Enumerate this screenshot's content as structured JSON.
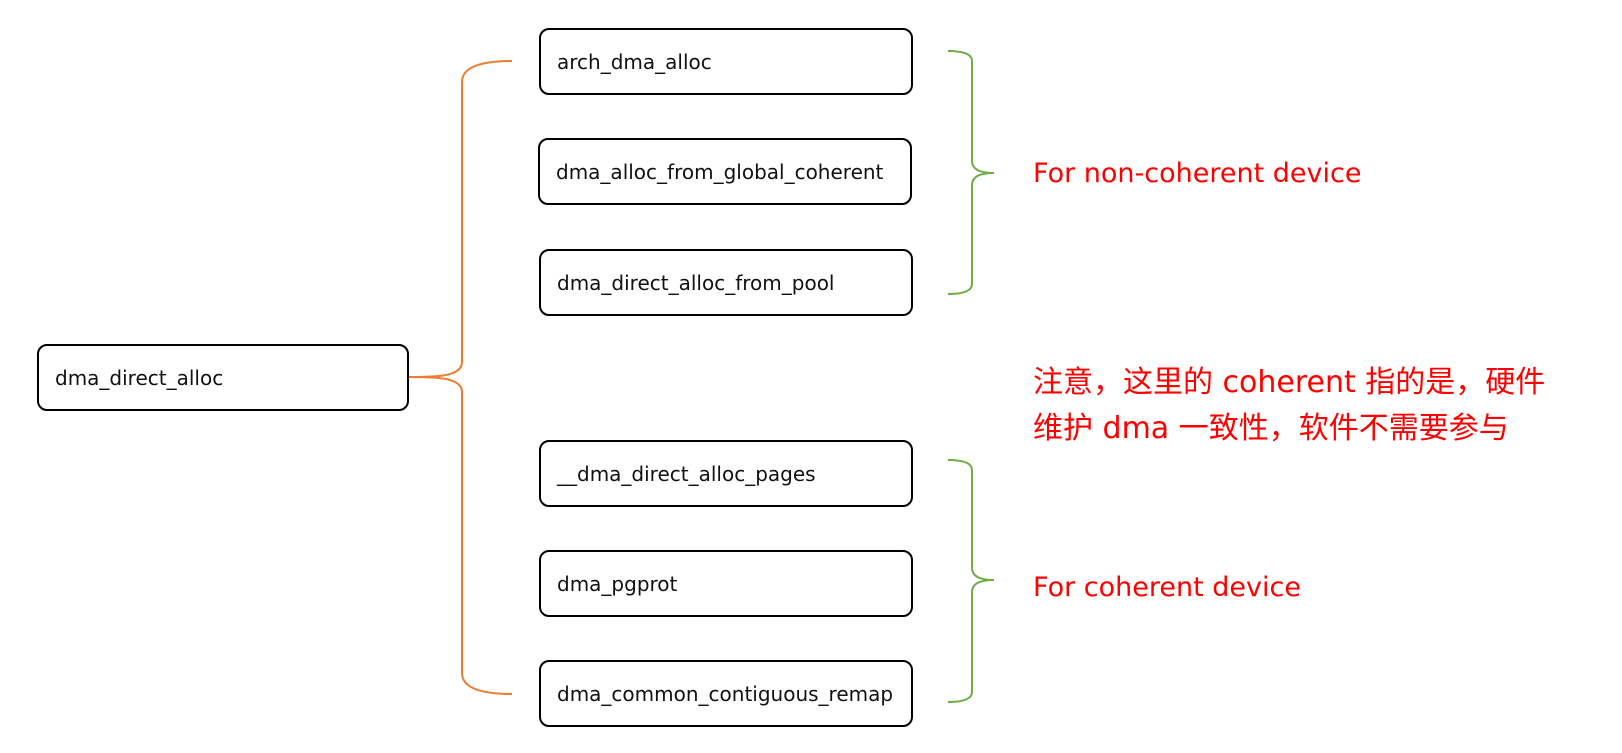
{
  "colors": {
    "node_border": "#000000",
    "main_bracket": "#ED7D31",
    "group_bracket": "#70AD47",
    "note_text": "#FF0000"
  },
  "diagram": {
    "root": {
      "label": "dma_direct_alloc"
    },
    "children": [
      {
        "label": "arch_dma_alloc"
      },
      {
        "label": "dma_alloc_from_global_coherent"
      },
      {
        "label": "dma_direct_alloc_from_pool"
      },
      {
        "label": "__dma_direct_alloc_pages"
      },
      {
        "label": "dma_pgprot"
      },
      {
        "label": "dma_common_contiguous_remap"
      }
    ],
    "groups": [
      {
        "label": "For non-coherent device"
      },
      {
        "label": "For coherent device"
      }
    ],
    "note": {
      "line1": "注意，这里的 coherent 指的是，硬件",
      "line2": "维护 dma 一致性，软件不需要参与"
    }
  }
}
